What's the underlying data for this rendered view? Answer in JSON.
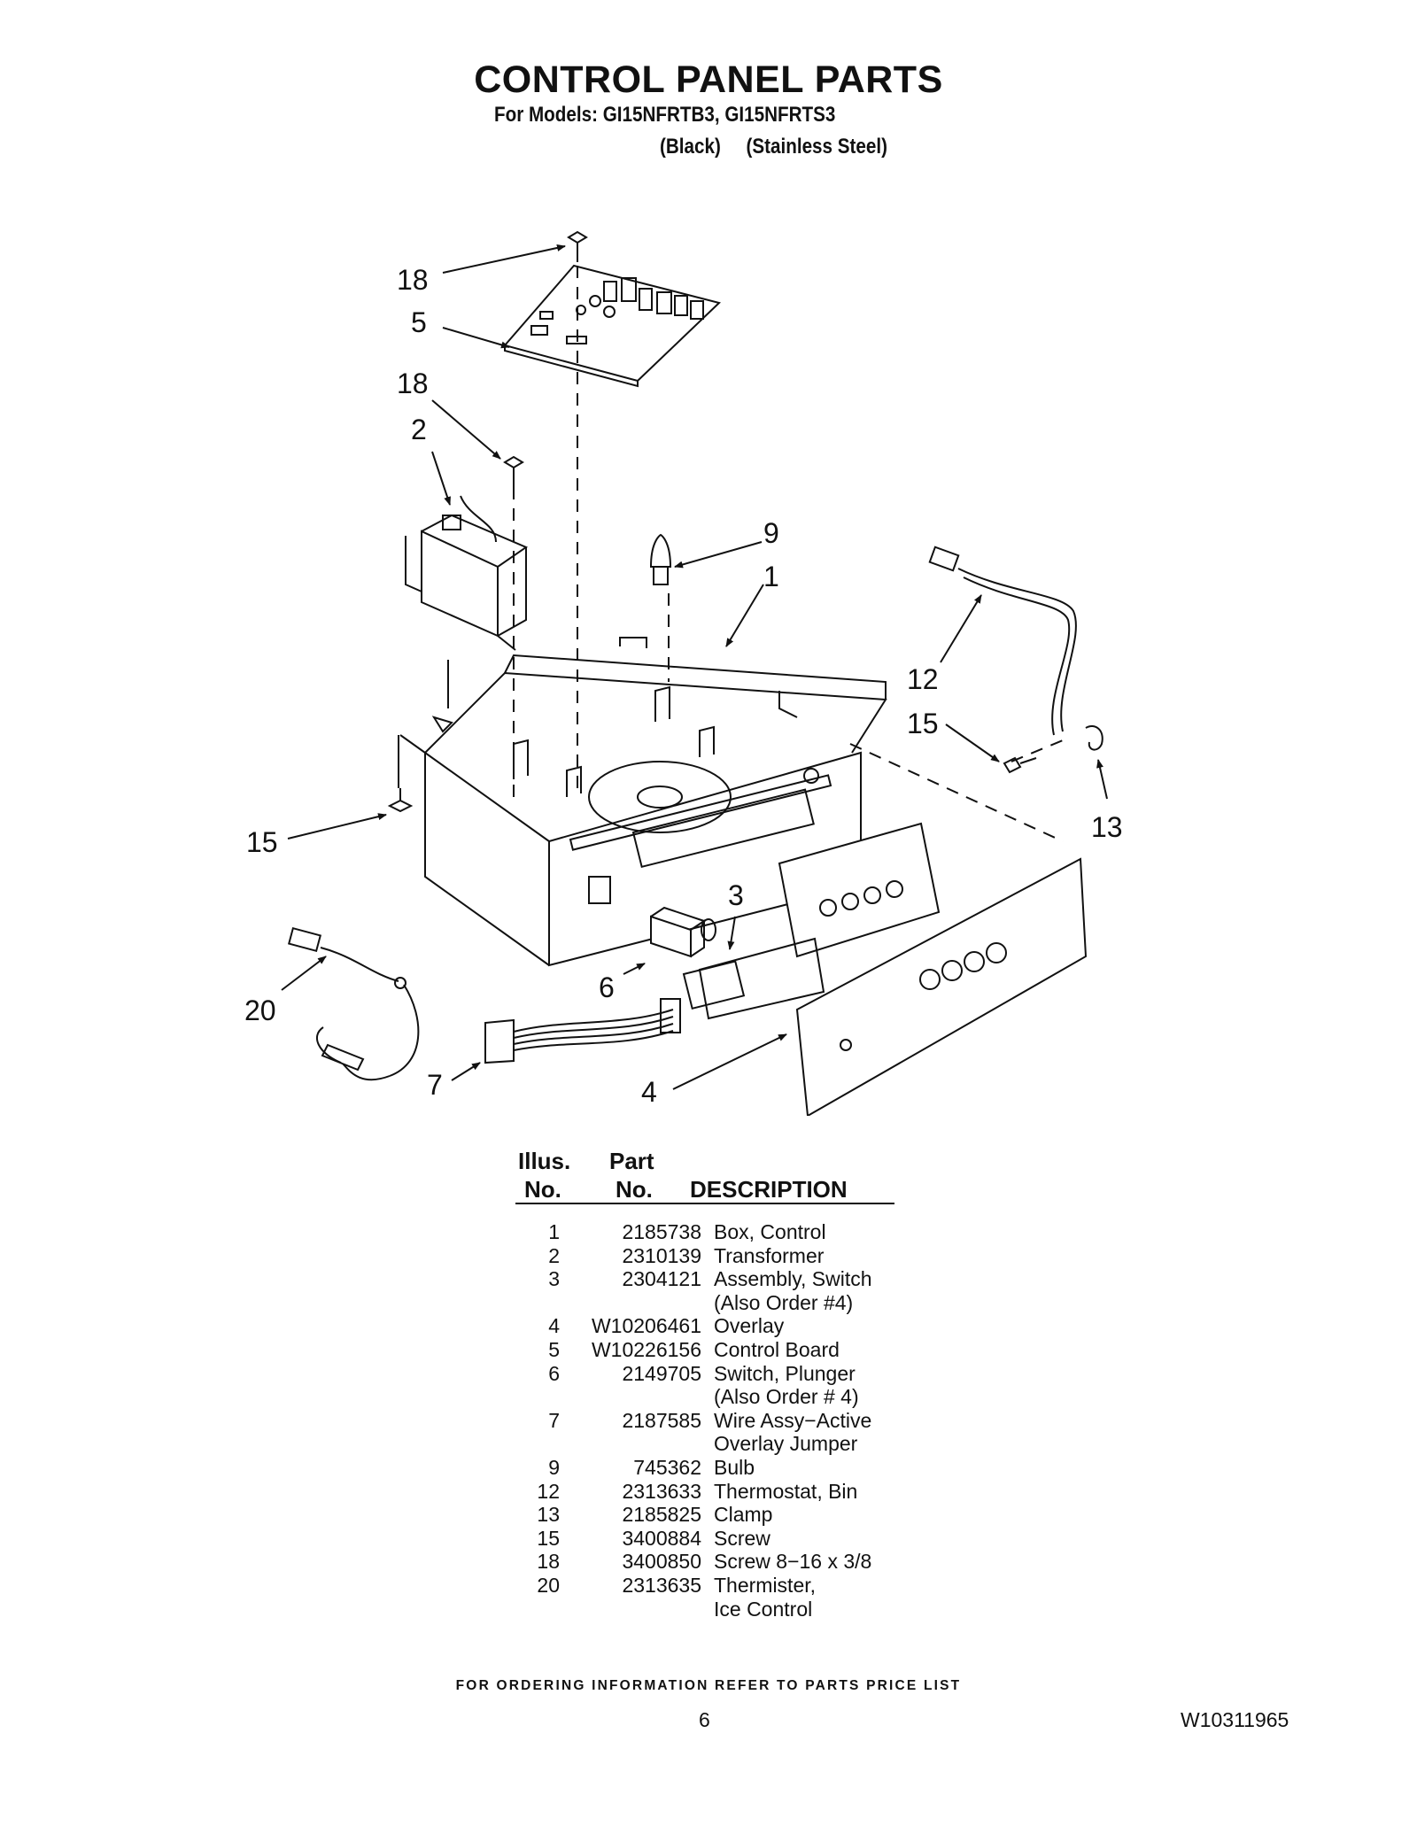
{
  "header": {
    "title": "CONTROL PANEL PARTS",
    "models": "For Models: GI15NFRTB3, GI15NFRTS3",
    "variants": "(Black)     (Stainless Steel)"
  },
  "diagram": {
    "callouts": [
      "18",
      "5",
      "18",
      "2",
      "9",
      "1",
      "12",
      "15",
      "15",
      "13",
      "3",
      "6",
      "20",
      "7",
      "4"
    ]
  },
  "parts_table": {
    "col_illus_1": "Illus.",
    "col_illus_2": "No.",
    "col_part_1": "Part",
    "col_part_2": "No.",
    "col_desc": "DESCRIPTION",
    "rows": [
      {
        "illus": "1",
        "part": "2185738",
        "desc": "Box, Control"
      },
      {
        "illus": "2",
        "part": "2310139",
        "desc": "Transformer"
      },
      {
        "illus": "3",
        "part": "2304121",
        "desc": "Assembly, Switch"
      },
      {
        "illus": "",
        "part": "",
        "desc": "(Also Order #4)"
      },
      {
        "illus": "4",
        "part": "W10206461",
        "desc": "Overlay"
      },
      {
        "illus": "5",
        "part": "W10226156",
        "desc": "Control Board"
      },
      {
        "illus": "6",
        "part": "2149705",
        "desc": "Switch, Plunger"
      },
      {
        "illus": "",
        "part": "",
        "desc": "(Also Order # 4)"
      },
      {
        "illus": "7",
        "part": "2187585",
        "desc": "Wire Assy−Active"
      },
      {
        "illus": "",
        "part": "",
        "desc": "Overlay Jumper"
      },
      {
        "illus": "9",
        "part": "745362",
        "desc": "Bulb"
      },
      {
        "illus": "12",
        "part": "2313633",
        "desc": "Thermostat, Bin"
      },
      {
        "illus": "13",
        "part": "2185825",
        "desc": "Clamp"
      },
      {
        "illus": "15",
        "part": "3400884",
        "desc": "Screw"
      },
      {
        "illus": "18",
        "part": "3400850",
        "desc": "Screw 8−16 x 3/8"
      },
      {
        "illus": "20",
        "part": "2313635",
        "desc": "Thermister,"
      },
      {
        "illus": "",
        "part": "",
        "desc": "Ice Control"
      }
    ]
  },
  "footer": {
    "ordering": "FOR ORDERING INFORMATION REFER TO PARTS PRICE LIST",
    "page_number": "6",
    "doc_number": "W10311965"
  }
}
